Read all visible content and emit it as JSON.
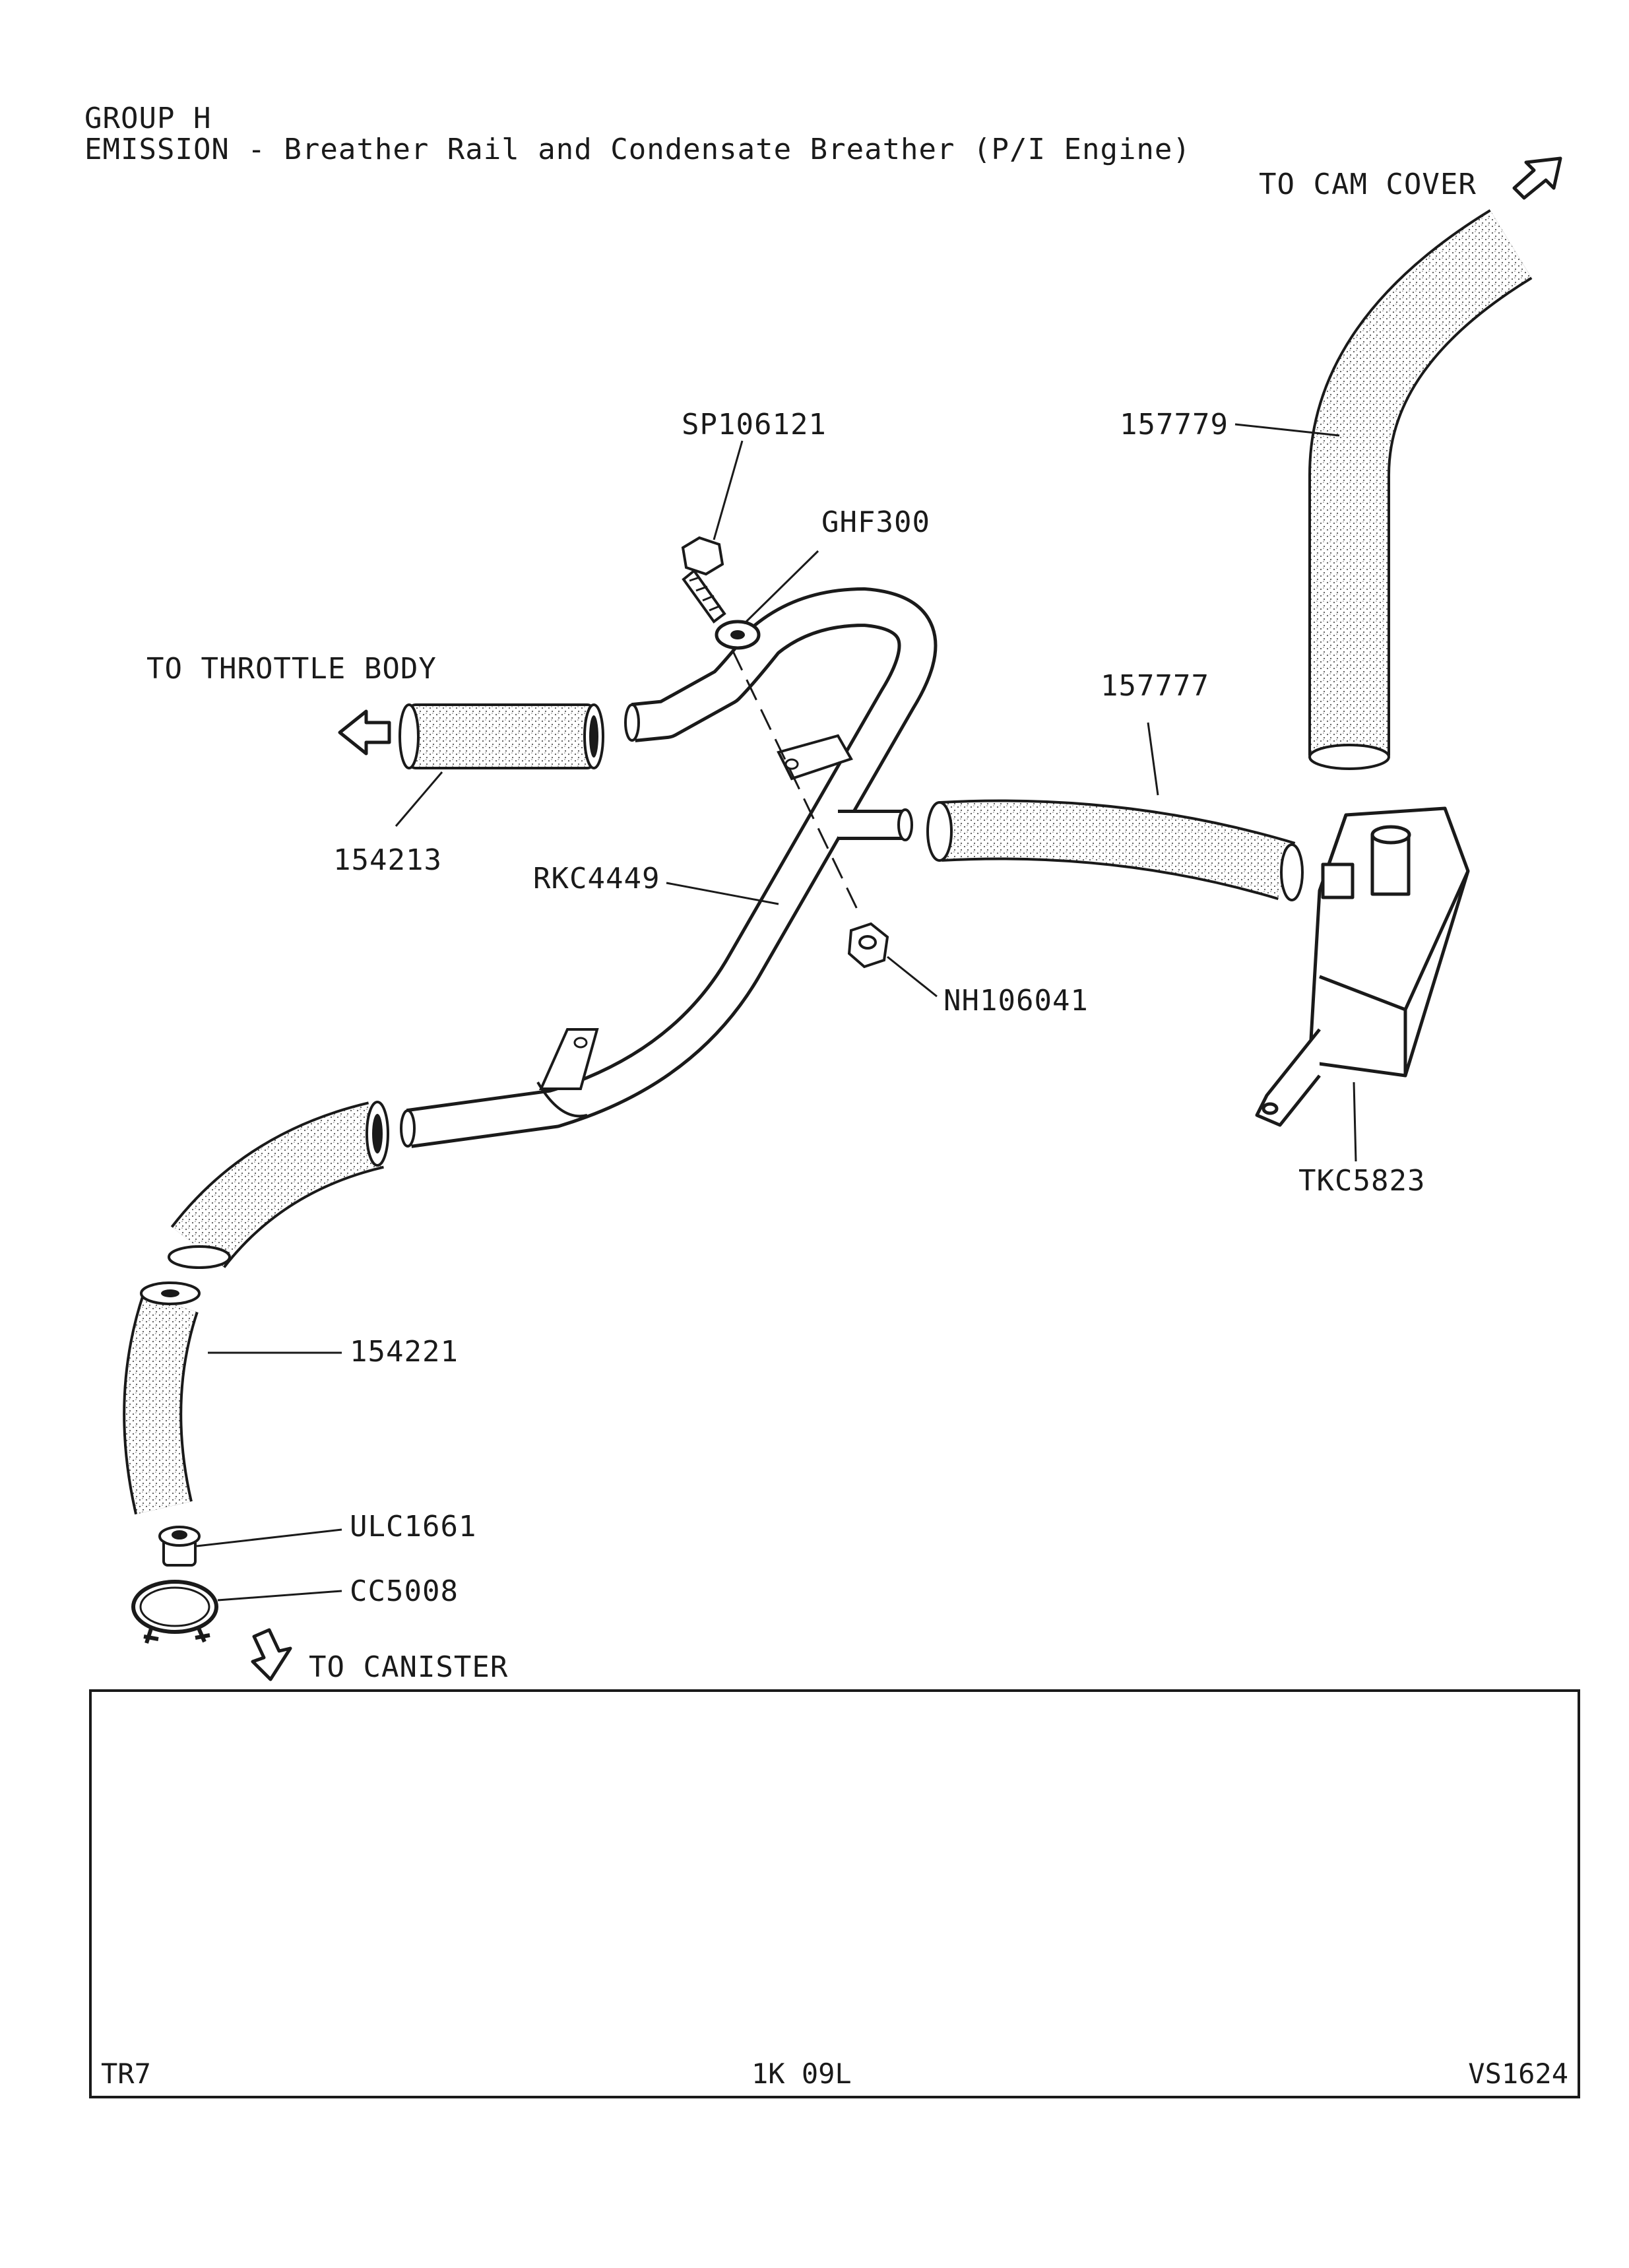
{
  "header": {
    "group": "GROUP H",
    "title": "EMISSION - Breather Rail and Condensate Breather (P/I Engine)"
  },
  "directions": {
    "cam_cover": "TO CAM COVER",
    "throttle_body": "TO THROTTLE BODY",
    "canister": "TO CANISTER"
  },
  "parts": {
    "bolt": "SP106121",
    "washer": "GHF300",
    "hose_cam": "157779",
    "hose_mid": "157777",
    "hose_throttle": "154213",
    "breather_rail": "RKC4449",
    "nut": "NH106041",
    "condensate_breather": "TKC5823",
    "hose_lower": "154221",
    "restrictor": "ULC1661",
    "clip": "CC5008"
  },
  "footer": {
    "model": "TR7",
    "ref": "1K 09L",
    "code": "VS1624"
  }
}
